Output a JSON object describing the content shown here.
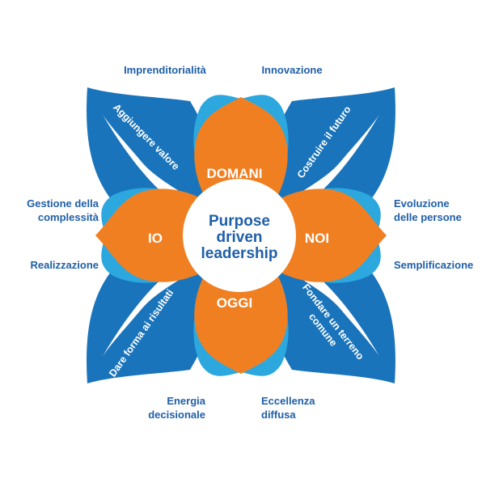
{
  "outer_labels": {
    "top_left": "Imprenditorialità",
    "top_right": "Innovazione",
    "left_top_1": "Gestione della",
    "left_top_2": "complessità",
    "left_bottom": "Realizzazione",
    "right_top_1": "Evoluzione",
    "right_top_2": "delle persone",
    "right_bottom": "Semplificazione",
    "bottom_left_1": "Energia",
    "bottom_left_2": "decisionale",
    "bottom_right_1": "Eccellenza",
    "bottom_right_2": "diffusa"
  },
  "blue_petals": {
    "top_left": "Aggiungere valore",
    "top_right": "Costruire il futuro",
    "bottom_left": "Dare forma ai risultati",
    "bottom_right_1": "Fondare un terreno",
    "bottom_right_2": "comune"
  },
  "orange_petals": {
    "top": "DOMANI",
    "left": "IO",
    "right": "NOI",
    "bottom": "OGGI"
  },
  "center": {
    "line1": "Purpose",
    "line2": "driven",
    "line3": "leadership"
  },
  "colors": {
    "dark_blue": "#1a74bb",
    "light_blue": "#2ca8df",
    "orange": "#f07f22",
    "label_blue": "#1f5fa8"
  }
}
